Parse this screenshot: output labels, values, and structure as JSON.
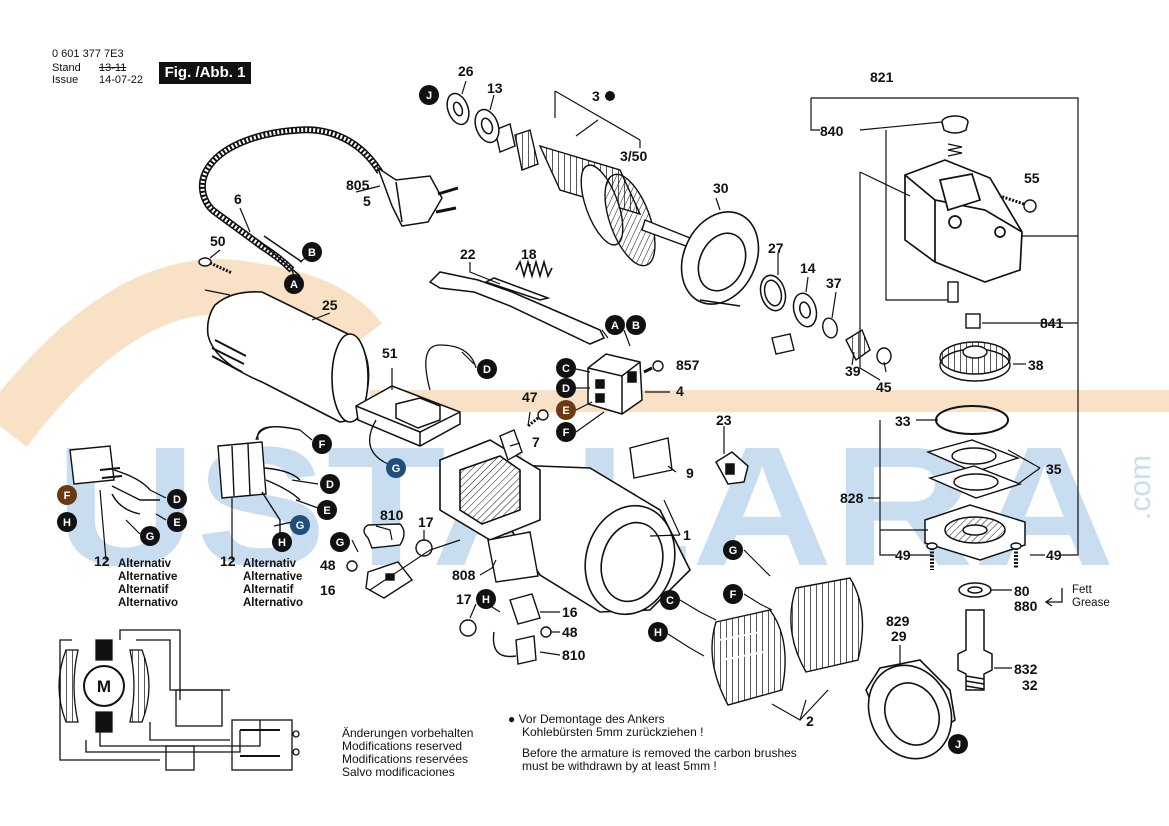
{
  "header": {
    "part_number": "0 601 377 7E3",
    "stand_label": "Stand",
    "issue_label": "Issue",
    "stand_date_struck": "13-11",
    "issue_date": "14-07-22",
    "figure_label": "Fig. /Abb. 1"
  },
  "watermark": {
    "text": "USTALARA",
    "suffix": ".com",
    "color": "#9ec3e6"
  },
  "part_labels": {
    "p821": "821",
    "p840": "840",
    "p841": "841",
    "p55": "55",
    "p38": "38",
    "p33": "33",
    "p35": "35",
    "p828": "828",
    "p49a": "49",
    "p49b": "49",
    "p80": "80",
    "p880": "880",
    "p832": "832",
    "p32": "32",
    "p829": "829",
    "p29": "29",
    "p2": "2",
    "p26": "26",
    "p13": "13",
    "p3": "3",
    "p3_50": "3/50",
    "p30": "30",
    "p27": "27",
    "p14": "14",
    "p37": "37",
    "p39": "39",
    "p45": "45",
    "p805": "805",
    "p5": "5",
    "p6": "6",
    "p50": "50",
    "p25": "25",
    "p22": "22",
    "p18": "18",
    "p857": "857",
    "p4": "4",
    "p51": "51",
    "p47": "47",
    "p7": "7",
    "p23": "23",
    "p9": "9",
    "p1": "1",
    "p810a": "810",
    "p17a": "17",
    "p48a": "48",
    "p16a": "16",
    "p808": "808",
    "p17b": "17",
    "p16b": "16",
    "p48b": "48",
    "p810b": "810",
    "p12a": "12",
    "p12b": "12"
  },
  "callouts": {
    "A": "A",
    "B": "B",
    "C": "C",
    "D": "D",
    "E": "E",
    "F": "F",
    "G": "G",
    "H": "H",
    "J": "J"
  },
  "grease_note": [
    "Fett",
    "Grease"
  ],
  "alternative_label": [
    "Alternativ",
    "Alternative",
    "Alternatif",
    "Alternativo"
  ],
  "motor_symbol": "M",
  "modification_notes": [
    "Änderungen vorbehalten",
    "Modifications reserved",
    "Modifications reservées",
    "Salvo modificaciones"
  ],
  "armature_note": {
    "bullet": "●",
    "lines": [
      "Vor Demontage des Ankers",
      "Kohlebürsten 5mm zurückziehen !",
      "Before the armature is removed the carbon brushes",
      "must be withdrawn by at least 5mm !"
    ]
  },
  "colors": {
    "callout_fill": "#111111",
    "callout_orange": "#6b3a12",
    "callout_blue": "#1f4e7a",
    "line": "#111111",
    "watermark_orange": "#f3c995"
  }
}
